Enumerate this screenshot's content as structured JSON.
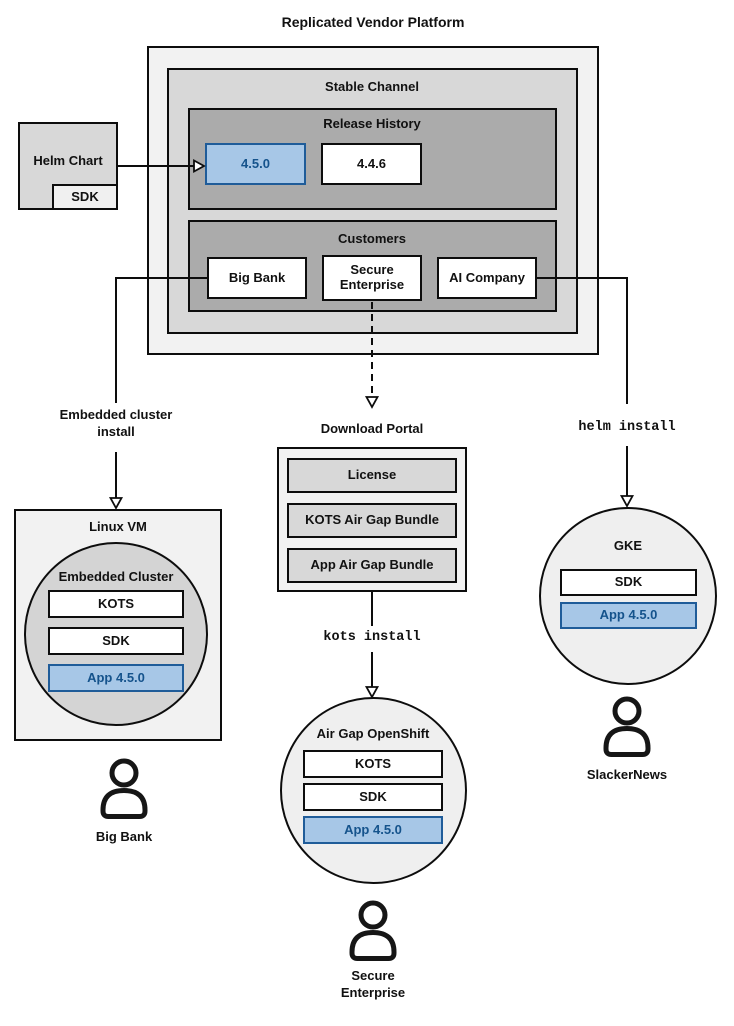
{
  "title": "Replicated Vendor Platform",
  "colors": {
    "highlight_fill": "#a7c7e7",
    "highlight_border": "#1f5c99",
    "highlight_text": "#15538c"
  },
  "stable_channel": {
    "label": "Stable Channel"
  },
  "release_history": {
    "label": "Release History",
    "releases": [
      "4.5.0",
      "4.4.6"
    ]
  },
  "customers": {
    "label": "Customers",
    "items": [
      "Big Bank",
      "Secure Enterprise",
      "AI Company"
    ]
  },
  "helm_chart": {
    "label": "Helm Chart",
    "sdk": "SDK"
  },
  "flows": {
    "embedded": {
      "label": "Embedded cluster install"
    },
    "download": {
      "title": "Download Portal",
      "items": [
        "License",
        "KOTS Air Gap Bundle",
        "App Air Gap Bundle"
      ],
      "install": "kots install"
    },
    "helm": {
      "install": "helm install"
    }
  },
  "clusters": {
    "linux_vm": {
      "label": "Linux VM",
      "cluster_label": "Embedded Cluster",
      "components": [
        "KOTS",
        "SDK",
        "App 4.5.0"
      ]
    },
    "openshift": {
      "label": "Air Gap OpenShift",
      "components": [
        "KOTS",
        "SDK",
        "App 4.5.0"
      ]
    },
    "gke": {
      "label": "GKE",
      "components": [
        "SDK",
        "App 4.5.0"
      ]
    }
  },
  "users": {
    "big_bank": "Big Bank",
    "secure_enterprise": "Secure Enterprise",
    "slackernews": "SlackerNews"
  }
}
